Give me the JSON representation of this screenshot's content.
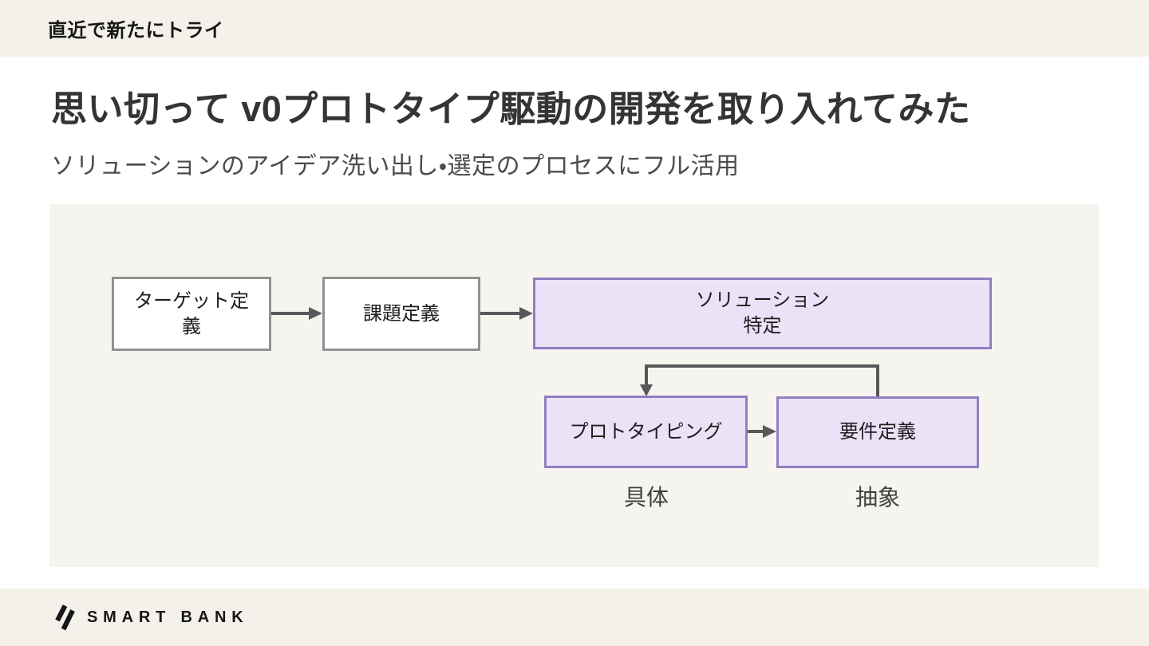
{
  "colors": {
    "band_bg": "#f4f1ea",
    "panel_bg": "#f6f4ee",
    "highlight_fill": "#ebe2f8",
    "highlight_border": "#8f7fc0",
    "plain_fill": "#ffffff",
    "plain_border": "#919191",
    "arrow": "#58585a",
    "title_text": "#343434",
    "subtitle_text": "#4c4c4c",
    "brand_text": "#15151a"
  },
  "slide": {
    "kicker": "直近で新たにトライ",
    "title": "思い切って v0プロトタイプ駆動の開発を取り入れてみた",
    "subtitle": "ソリューションのアイデア洗い出し・選定のプロセスにフル活用"
  },
  "diagram": {
    "nodes": {
      "target": {
        "label": "ターゲット定\n義",
        "style": "plain"
      },
      "problem": {
        "label": "課題定義",
        "style": "plain"
      },
      "solution": {
        "label": "ソリューション\n特定",
        "style": "highlight"
      },
      "prototyping": {
        "label": "プロトタイピング",
        "style": "highlight"
      },
      "requirements": {
        "label": "要件定義",
        "style": "highlight"
      }
    },
    "flow": [
      "target → problem",
      "problem → solution",
      "prototyping → requirements",
      "requirements → prototyping (loop back)"
    ],
    "axis_labels": {
      "concrete": "具体",
      "abstract": "抽象"
    }
  },
  "footer": {
    "brand": "SMART BANK",
    "logo_icon": "smartbank-slash-mark"
  }
}
